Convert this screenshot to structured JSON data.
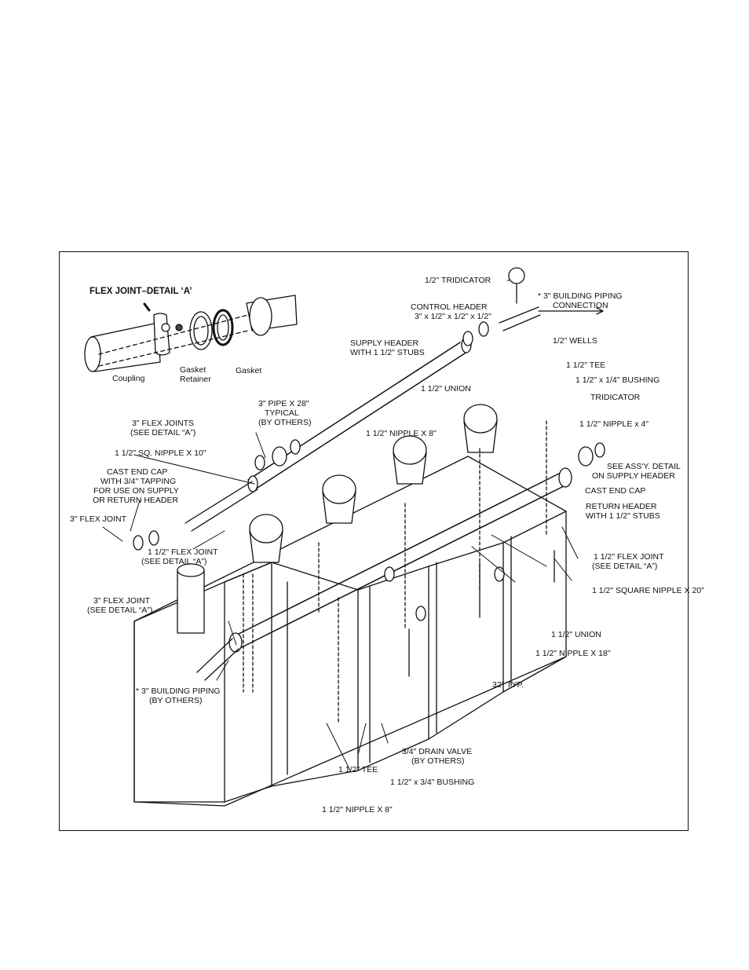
{
  "labels": {
    "flex_detail_title": "FLEX JOINT–DETAIL ‘A’",
    "coupling": "Coupling",
    "gasket_retainer_1": "Gasket",
    "gasket_retainer_2": "Retainer",
    "gasket": "Gasket",
    "tridicator_top": "1/2\" TRIDICATOR",
    "building_conn_1": "* 3\" BUILDING PIPING",
    "building_conn_2": "CONNECTION",
    "control_header_1": "CONTROL HEADER",
    "control_header_2": "3\" x 1/2\" x 1/2\" x 1/2\"",
    "wells": "1/2\" WELLS",
    "supply_header_1": "SUPPLY HEADER",
    "supply_header_2": "WITH 1 1/2\" STUBS",
    "tee_top": "1 1/2\" TEE",
    "bushing_top": "1 1/2\"  x  1/4\"  BUSHING",
    "union_top": "1 1/2\" UNION",
    "tridicator_right": "TRIDICATOR",
    "pipe_28_1": "3\" PIPE X 28\"",
    "pipe_28_2": "TYPICAL",
    "pipe_28_3": "(BY OTHERS)",
    "nipple_4": "1 1/2\"  NIPPLE x 4\"",
    "nipple_8_top": "1 1/2\" NIPPLE X 8\"",
    "flex_joints_1": "3\" FLEX JOINTS",
    "flex_joints_2": "(SEE DETAIL “A”)",
    "sq_nipple_10": "1 1/2\" SQ. NIPPLE X 10\"",
    "see_assy_1": "SEE ASS'Y. DETAIL",
    "see_assy_2": "ON SUPPLY HEADER",
    "cast_end_cap_1": "CAST END CAP",
    "cast_end_cap_2": "WITH 3/4\" TAPPING",
    "cast_end_cap_3": "FOR USE ON SUPPLY",
    "cast_end_cap_4": "OR RETURN HEADER",
    "cast_end_cap_right": "CAST END CAP",
    "return_header_1": "RETURN HEADER",
    "return_header_2": "WITH 1 1/2\" STUBS",
    "flex_joint_3_left": "3\" FLEX JOINT",
    "flex_joint_15_left_1": "1 1/2\" FLEX JOINT",
    "flex_joint_15_left_2": "(SEE DETAIL “A”)",
    "flex_joint_15_right_1": "1 1/2\" FLEX JOINT",
    "flex_joint_15_right_2": "(SEE DETAIL “A”)",
    "sq_nipple_20": "1 1/2\" SQUARE NIPPLE X 20\"",
    "flex_joint_3_mid_1": "3\" FLEX JOINT",
    "flex_joint_3_mid_2": "(SEE DETAIL “A”)",
    "union_bottom": "1 1/2\" UNION",
    "nipple_18": "1 1/2\" NIPPLE X 18\"",
    "building_piping_1": "* 3\" BUILDING PIPING",
    "building_piping_2": "(BY OTHERS)",
    "typ_32": "32\" TYP.",
    "drain_valve_1": "3/4\" DRAIN VALVE",
    "drain_valve_2": "(BY OTHERS)",
    "tee_bottom": "1 1/2\" TEE",
    "bushing_bottom": "1 1/2\" x 3/4\" BUSHING",
    "nipple_8_bottom": "1 1/2\" NIPPLE X 8\""
  }
}
